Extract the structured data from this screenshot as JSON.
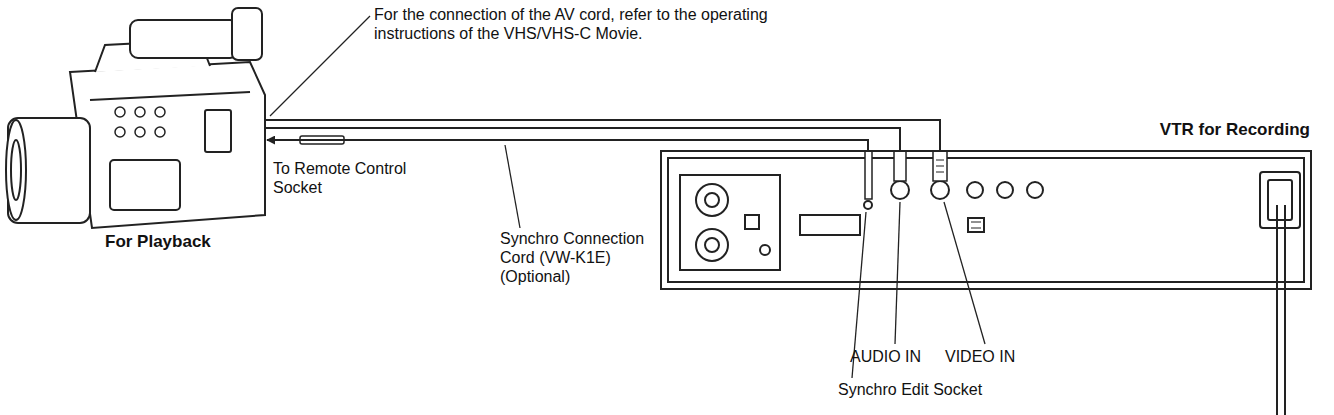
{
  "diagram": {
    "nodes": [
      {
        "text": [
          "For Playback"
        ]
      },
      {
        "text": [
          "VTR for Recording"
        ]
      }
    ],
    "edges": [
      {
        "from": 1,
        "to": 0,
        "arrow": "to"
      },
      {
        "from": 0,
        "to": 1,
        "arrow": "none"
      },
      {
        "from": 0,
        "to": 1,
        "arrow": "none"
      }
    ],
    "labels": [
      "For the connection of the AV cord, refer to the operating instructions of the VHS/VHS-C Movie.",
      "To Remote Control Socket",
      "Synchro Connection Cord (VW-K1E) (Optional)",
      "AUDIO IN",
      "VIDEO IN",
      "Synchro Edit Socket"
    ]
  }
}
